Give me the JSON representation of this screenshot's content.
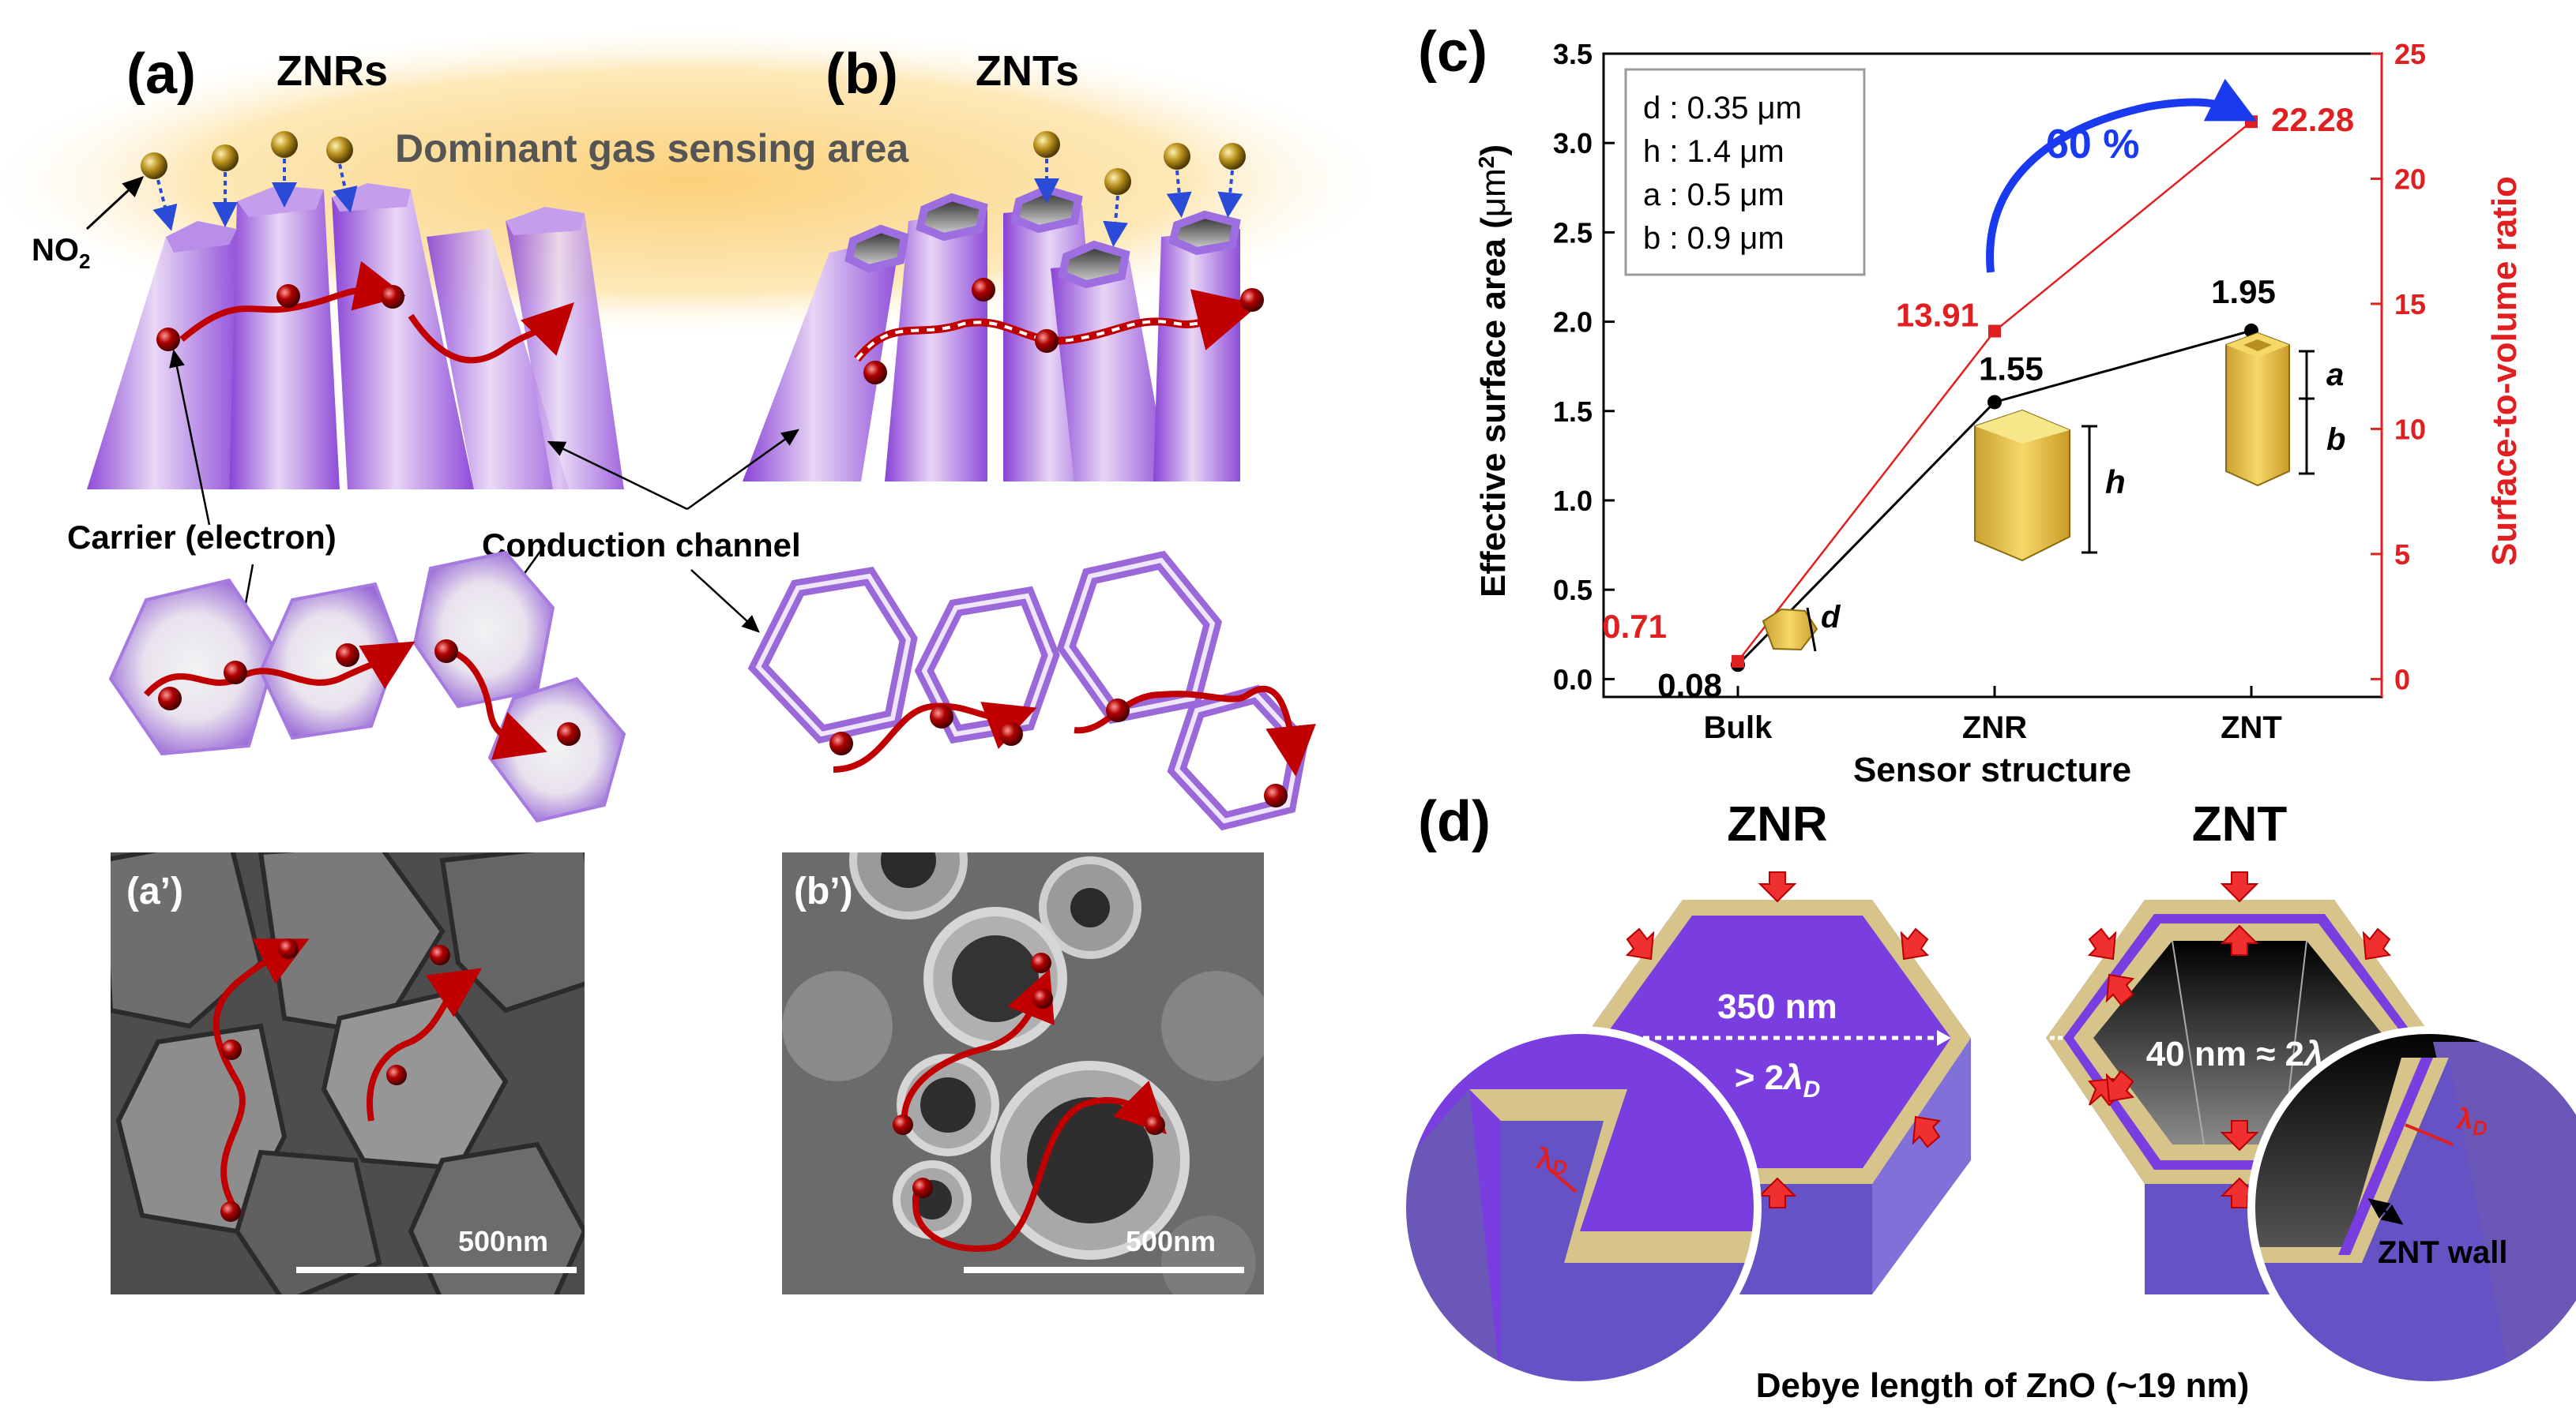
{
  "panels": {
    "a": "(a)",
    "b": "(b)",
    "c": "(c)",
    "d": "(d)",
    "a_prime": "(a’)",
    "b_prime": "(b’)"
  },
  "panel_a_title": "ZNRs",
  "panel_b_title": "ZNTs",
  "gas_area_label": "Dominant gas sensing area",
  "no2_label": "NO",
  "no2_sub": "2",
  "carrier_label": "Carrier (electron)",
  "channel_label": "Conduction channel",
  "scale_bar_a": "500nm",
  "scale_bar_b": "500nm",
  "chart_data": {
    "type": "line",
    "xlabel": "Sensor structure",
    "ylabel_left": "Effective surface area (μm²)",
    "ylabel_left_main": "Effective surface area (",
    "ylabel_left_unit": "μm",
    "ylabel_left_sup": "2",
    "ylabel_left_end": ")",
    "ylabel_right": "Surface-to-volume ratio",
    "categories": [
      "Bulk",
      "ZNR",
      "ZNT"
    ],
    "y_left_ticks": [
      "0.0",
      "0.5",
      "1.0",
      "1.5",
      "2.0",
      "2.5",
      "3.0",
      "3.5"
    ],
    "y_right_ticks": [
      "0",
      "5",
      "10",
      "15",
      "20",
      "25"
    ],
    "ylim_left": [
      -0.1,
      3.5
    ],
    "ylim_right": [
      -0.714,
      25
    ],
    "series": [
      {
        "axis": "left",
        "color": "#000000",
        "values": [
          0.08,
          1.55,
          1.95
        ],
        "labels": [
          "0.08",
          "1.55",
          "1.95"
        ]
      },
      {
        "axis": "right",
        "color": "#e02020",
        "values": [
          0.71,
          13.91,
          22.28
        ],
        "labels": [
          "0.71",
          "13.91",
          "22.28"
        ]
      }
    ],
    "legend_box": [
      "d : 0.35 μm",
      "h : 1.4 μm",
      "a : 0.5 μm",
      "b : 0.9 μm"
    ],
    "annotation": "60 %",
    "dim_labels": {
      "d": "d",
      "h": "h",
      "a": "a",
      "b": "b"
    }
  },
  "panel_d": {
    "znr_title": "ZNR",
    "znt_title": "ZNT",
    "znr_width": "350 nm",
    "znr_cond_prefix": "> 2",
    "znt_width_prefix": "40 nm ≈ 2",
    "lambda": "λ",
    "lambda_sub": "D",
    "wall_label": "ZNT wall",
    "caption": "Debye length of ZnO (~19 nm)"
  },
  "colors": {
    "purple": "#7b3fe0",
    "light_purple": "#b68bea",
    "gold": "#d7c48a",
    "red": "#c00000",
    "blue": "#1a3af0",
    "glow": "#fbd87f"
  }
}
